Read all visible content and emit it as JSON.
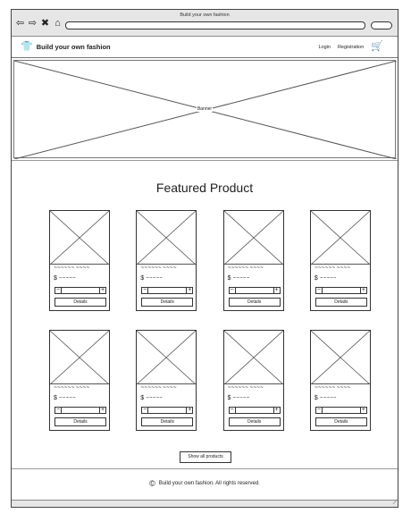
{
  "window": {
    "title": "Build your own fashion"
  },
  "browser": {
    "back_icon": "left-arrow",
    "forward_icon": "right-arrow",
    "stop_icon": "x-mark",
    "home_icon": "house"
  },
  "header": {
    "brand": "Build your own fashion",
    "brand_icon": "tshirt",
    "login": "Login",
    "registration": "Registration",
    "cart_icon": "shopping-cart"
  },
  "banner": {
    "label": "Banner"
  },
  "featured": {
    "title": "Featured Product",
    "products": [
      {
        "name": "~~~~~~ ~~~~",
        "currency": "$",
        "price": "~~~~~",
        "minus": "−",
        "plus": "+",
        "details": "Details"
      },
      {
        "name": "~~~~~~ ~~~~",
        "currency": "$",
        "price": "~~~~~",
        "minus": "−",
        "plus": "+",
        "details": "Details"
      },
      {
        "name": "~~~~~~ ~~~~",
        "currency": "$",
        "price": "~~~~~",
        "minus": "−",
        "plus": "+",
        "details": "Details"
      },
      {
        "name": "~~~~~~ ~~~~",
        "currency": "$",
        "price": "~~~~~",
        "minus": "−",
        "plus": "+",
        "details": "Details"
      },
      {
        "name": "~~~~~~ ~~~~",
        "currency": "$",
        "price": "~~~~~",
        "minus": "−",
        "plus": "+",
        "details": "Details"
      },
      {
        "name": "~~~~~~ ~~~~",
        "currency": "$",
        "price": "~~~~~",
        "minus": "−",
        "plus": "+",
        "details": "Details"
      },
      {
        "name": "~~~~~~ ~~~~",
        "currency": "$",
        "price": "~~~~~",
        "minus": "−",
        "plus": "+",
        "details": "Details"
      },
      {
        "name": "~~~~~~ ~~~~",
        "currency": "$",
        "price": "~~~~~",
        "minus": "−",
        "plus": "+",
        "details": "Details"
      }
    ],
    "show_all": "Show all products"
  },
  "footer": {
    "copyright_symbol": "©",
    "text": "Build your own fashion. All rights reserved."
  }
}
